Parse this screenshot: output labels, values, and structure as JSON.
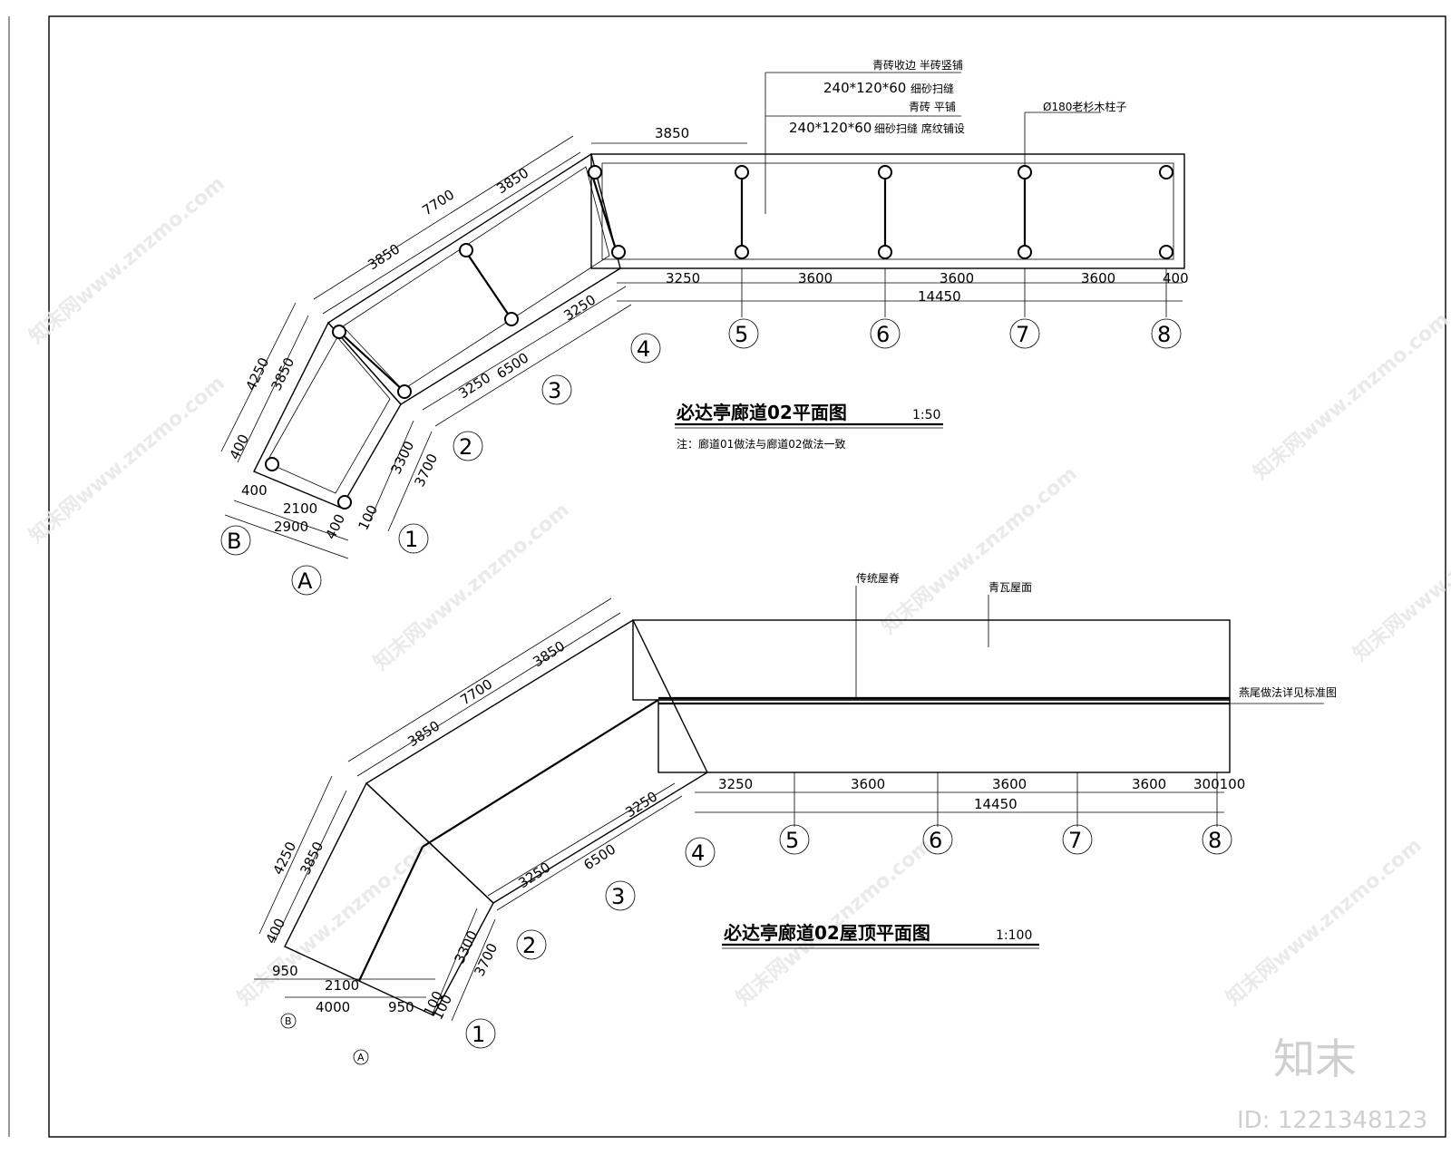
{
  "plan": {
    "title": "必达亭廊道02平面图",
    "scale": "1:50",
    "note": "注：廊道01做法与廊道02做法一致",
    "callouts": {
      "edge_brick": "青砖收边 半砖竖铺",
      "edge_size": "240*120*60",
      "edge_joint": "细砂扫缝",
      "paving_brick": "青砖 平铺",
      "paving_size": "240*120*60",
      "paving_joint": "细砂扫缝 席纹铺设",
      "column": "Ø180老杉木柱子"
    },
    "dims": {
      "top_3850": "3850",
      "diag_7700": "7700",
      "diag_3850a": "3850",
      "diag_3850b": "3850",
      "left_4250": "4250",
      "left_3850": "3850",
      "left_400": "400",
      "bot_400a": "400",
      "bot_2100": "2100",
      "bot_2900": "2900",
      "bot_400b": "400",
      "bot_100": "100",
      "r_3300": "3300",
      "r_3700": "3700",
      "d_3250a": "3250",
      "d_6500": "6500",
      "d_3250b": "3250",
      "s_3250": "3250",
      "s_3600a": "3600",
      "s_3600b": "3600",
      "s_3600c": "3600",
      "s_400": "400",
      "s_14450": "14450"
    },
    "axes": [
      "1",
      "2",
      "3",
      "4",
      "5",
      "6",
      "7",
      "8",
      "A",
      "B"
    ]
  },
  "roof": {
    "title": "必达亭廊道02屋顶平面图",
    "scale": "1:100",
    "callouts": {
      "ridge": "传统屋脊",
      "tiles": "青瓦屋面",
      "tail": "燕尾做法详见标准图"
    },
    "dims": {
      "diag_7700": "7700",
      "diag_3850a": "3850",
      "diag_3850b": "3850",
      "left_4250": "4250",
      "left_3850": "3850",
      "left_400": "400",
      "bot_950a": "950",
      "bot_2100": "2100",
      "bot_4000": "4000",
      "bot_950b": "950",
      "bot_100": "100",
      "bot_100b": "100",
      "r_3300": "3300",
      "r_3700": "3700",
      "d_3250a": "3250",
      "d_6500": "6500",
      "d_3250b": "3250",
      "s_3250": "3250",
      "s_3600a": "3600",
      "s_3600b": "3600",
      "s_3600c": "3600",
      "s_300100": "300100",
      "s_14450": "14450"
    },
    "axes": [
      "1",
      "2",
      "3",
      "4",
      "5",
      "6",
      "7",
      "8",
      "A",
      "B"
    ]
  },
  "watermark": {
    "text": "知末网www.znzmo.com",
    "brand": "知末",
    "id": "ID: 1221348123"
  }
}
